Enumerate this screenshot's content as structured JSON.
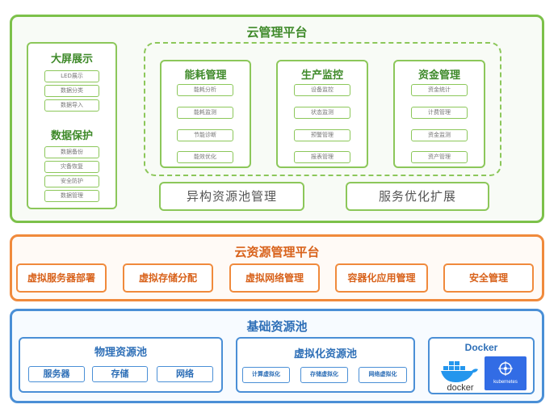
{
  "cloud_mgmt": {
    "title": "云管理平台",
    "big_screen": {
      "title": "大屏展示",
      "items": [
        "LED展示",
        "数据分类",
        "数据导入"
      ]
    },
    "data_protect": {
      "title": "数据保护",
      "items": [
        "数据备份",
        "灾备恢复",
        "安全防护",
        "数据管理"
      ]
    },
    "energy": {
      "title": "能耗管理",
      "items": [
        "能耗分析",
        "能耗监测",
        "节能诊断",
        "能效优化"
      ]
    },
    "production": {
      "title": "生产监控",
      "items": [
        "设备监控",
        "状态监测",
        "预警管理",
        "报表管理"
      ]
    },
    "assets": {
      "title": "资金管理",
      "items": [
        "资金统计",
        "计费管理",
        "资金监测",
        "资产管理"
      ]
    },
    "hetero_pool": "异构资源池管理",
    "service_opt": "服务优化扩展"
  },
  "cloud_resource": {
    "title": "云资源管理平台",
    "items": [
      "虚拟服务器部署",
      "虚拟存储分配",
      "虚拟网络管理",
      "容器化应用管理",
      "安全管理"
    ]
  },
  "base_pool": {
    "title": "基础资源池",
    "physical": {
      "title": "物理资源池",
      "items": [
        "服务器",
        "存储",
        "网络"
      ]
    },
    "virtual": {
      "title": "虚拟化资源池",
      "items": [
        "计算虚拟化",
        "存储虚拟化",
        "网络虚拟化"
      ]
    },
    "docker": {
      "title": "Docker",
      "logo1": "docker",
      "logo2": "kubernetes"
    }
  },
  "colors": {
    "green": "#7cc14a",
    "orange": "#f08a3c",
    "blue": "#4a8fd6"
  }
}
